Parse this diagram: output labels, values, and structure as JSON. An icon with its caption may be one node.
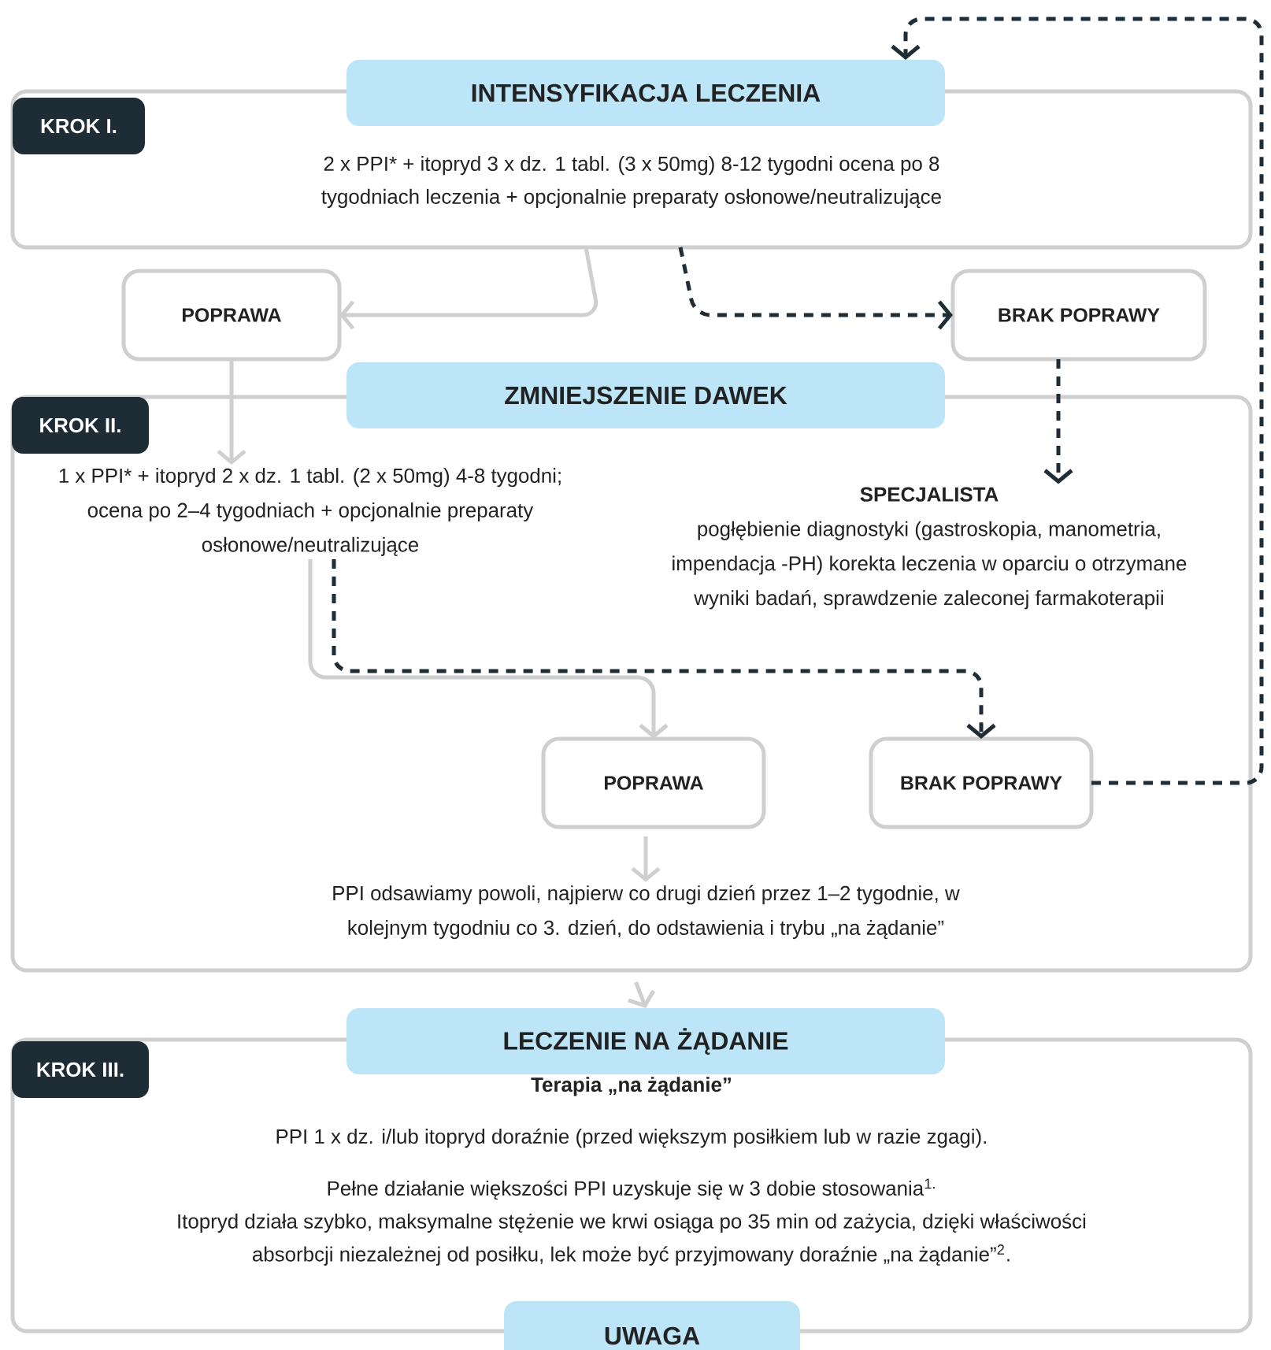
{
  "diagram": {
    "nodes": [
      {
        "text": [
          "INTENSYFIKACJA LECZENIA"
        ]
      },
      {
        "text": [
          "2 x PPI* + itopryd 3 x dz. 1 tabl. (3 x 50mg) 8-12 tygodni ocena po 8 tygodniach leczenia + opcjonalnie preparaty osłonowe/neutralizujące"
        ]
      },
      {
        "text": [
          "KROK I."
        ],
        "in": 1
      },
      {
        "text": [
          "POPRAWA"
        ]
      },
      {
        "text": [
          "BRAK POPRAWY"
        ]
      },
      {
        "text": [
          "ZMNIEJSZENIE DAWEK"
        ]
      },
      {
        "text": [],
        "shape": "box"
      },
      {
        "text": [
          "KROK II."
        ],
        "in": 6
      },
      {
        "text": [
          "1 x PPI* + itopryd 2 x dz. 1 tabl. (2 x 50mg) 4-8 tygodni; ocena po 2–4 tygodniach + opcjonalnie preparaty osłonowe/neutralizujące"
        ],
        "in": 6
      },
      {
        "text": [
          "SPECJALISTA",
          "pogłębienie diagnostyki (gastroskopia, manometria, impendacja -PH) korekta leczenia w oparciu o otrzymane wyniki badań, sprawdzenie zaleconej farmakoterapii"
        ],
        "in": 6
      },
      {
        "text": [
          "POPRAWA"
        ],
        "in": 6
      },
      {
        "text": [
          "BRAK POPRAWY"
        ],
        "in": 6
      },
      {
        "text": [
          "PPI odsawiamy powoli, najpierw co drugi dzień przez 1–2 tygodnie, w kolejnym tygodniu co 3. dzień, do odstawienia i trybu „na żądanie”"
        ],
        "in": 6
      },
      {
        "text": [
          "LECZENIE NA ŻĄDANIE"
        ]
      },
      {
        "text": [
          "Terapia „na żądanie”",
          "PPI 1 x dz. i/lub itopryd doraźnie (przed większym posiłkiem lub w razie zgagi).",
          "Pełne działanie większości PPI uzyskuje się w 3 dobie stosowania$^{1.}$",
          "Itopryd działa szybko, maksymalne stężenie we krwi osiąga po 35 min od zażycia, dzięki właściwości absorbcji niezależnej od posiłku, lek może być przyjmowany doraźnie „na żądanie”$^{2}$."
        ]
      },
      {
        "text": [
          "KROK III."
        ],
        "in": 14
      },
      {
        "text": [
          "UWAGA"
        ]
      }
    ],
    "edges": [
      {
        "from": 1,
        "to": 3,
        "arrow": "to"
      },
      {
        "from": 1,
        "to": 4,
        "arrow": "to",
        "style": "dashed",
        "color": "#1f2d36"
      },
      {
        "from": 3,
        "to": 8,
        "arrow": "to"
      },
      {
        "from": 4,
        "to": 9,
        "arrow": "to",
        "style": "dashed",
        "color": "#1f2d36"
      },
      {
        "from": 8,
        "to": 10,
        "arrow": "to"
      },
      {
        "from": 8,
        "to": 11,
        "arrow": "to",
        "style": "dashed",
        "color": "#1f2d36"
      },
      {
        "from": 11,
        "to": 0,
        "arrow": "to",
        "style": "dashed",
        "color": "#1f2d36"
      },
      {
        "from": 10,
        "to": 12,
        "arrow": "to"
      },
      {
        "from": 6,
        "to": 13,
        "arrow": "to"
      }
    ]
  }
}
